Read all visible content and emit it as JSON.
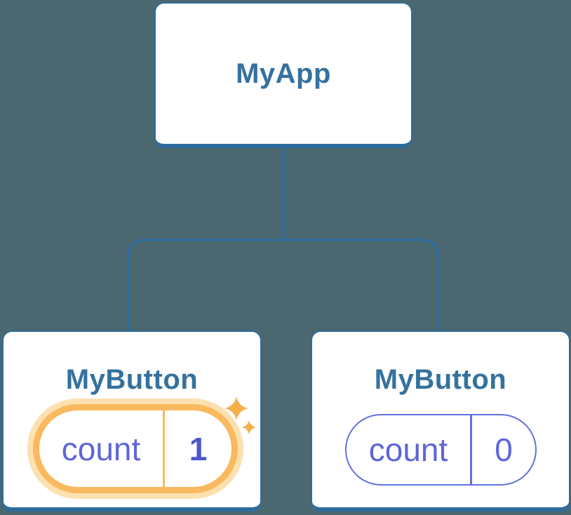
{
  "colors": {
    "background": "#4B6770",
    "node-border": "#2E6C9D",
    "node-label": "#35719E",
    "indigo": "#5E66D9",
    "indigo-strong": "#5056CC",
    "pill-border-default": "#6270E0",
    "orange": "#F9B95F",
    "orange-glow": "#FCE0B0",
    "sparkle": "#F6AE4B",
    "card-bg": "#FFFFFF"
  },
  "tree": {
    "root": {
      "label": "MyApp"
    },
    "children": [
      {
        "label": "MyButton",
        "state": {
          "key": "count",
          "value": "1"
        },
        "highlighted": true,
        "icon": "sparkles-icon"
      },
      {
        "label": "MyButton",
        "state": {
          "key": "count",
          "value": "0"
        },
        "highlighted": false
      }
    ]
  }
}
